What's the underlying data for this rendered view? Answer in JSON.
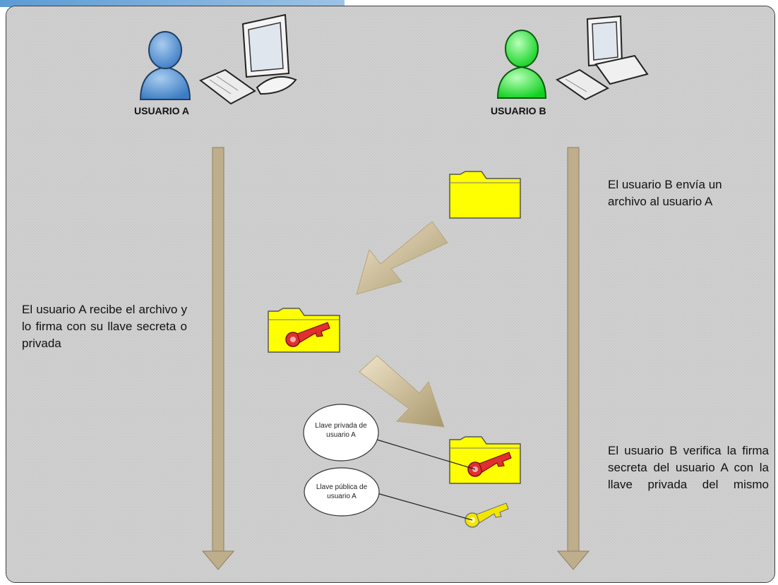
{
  "users": {
    "a": {
      "label": "USUARIO A",
      "color": "#4f8fd0"
    },
    "b": {
      "label": "USUARIO B",
      "color": "#22ff33"
    }
  },
  "steps": {
    "b_sends": "El usuario B envía un archivo al usuario A",
    "a_signs": "El usuario  A recibe el archivo y lo firma con su llave secreta o privada",
    "b_verifies": "El usuario B verifica la firma secreta del usuario A con la llave privada del mismo"
  },
  "callouts": {
    "private_key": "Llave privada de usuario A",
    "public_key": "Llave pública de usuario A"
  },
  "colors": {
    "panel": "#d0d0d0",
    "timeline": "#bfae8c",
    "folder": "#ffff00",
    "private_key": "#e03030",
    "public_key": "#f2e600"
  }
}
